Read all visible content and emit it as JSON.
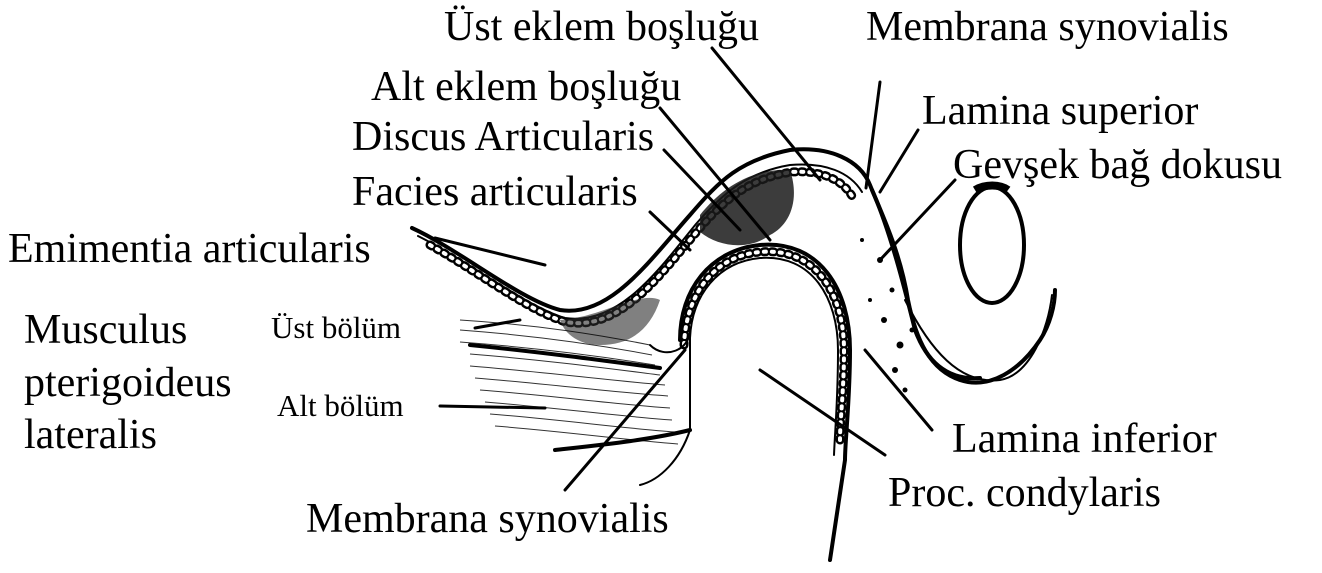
{
  "labels": {
    "ust_eklem_boslugu": "Üst eklem boşluğu",
    "membrana_synovialis_top": "Membrana synovialis",
    "alt_eklem_boslugu": "Alt eklem boşluğu",
    "lamina_superior": "Lamina superior",
    "discus_articularis": "Discus Articularis",
    "gevsek_bag_dokusu": "Gevşek bağ dokusu",
    "facies_articularis": "Facies articularis",
    "emimentia_articularis": "Emimentia articularis",
    "musculus_line1": "Musculus",
    "musculus_line2": "pterigoideus",
    "musculus_line3": "lateralis",
    "ust_bolum": "Üst bölüm",
    "alt_bolum": "Alt bölüm",
    "lamina_inferior": "Lamina inferior",
    "proc_condylaris": "Proc. condylaris",
    "membrana_synovialis_bottom": "Membrana synovialis"
  },
  "colors": {
    "ink": "#000000",
    "background": "#ffffff"
  }
}
